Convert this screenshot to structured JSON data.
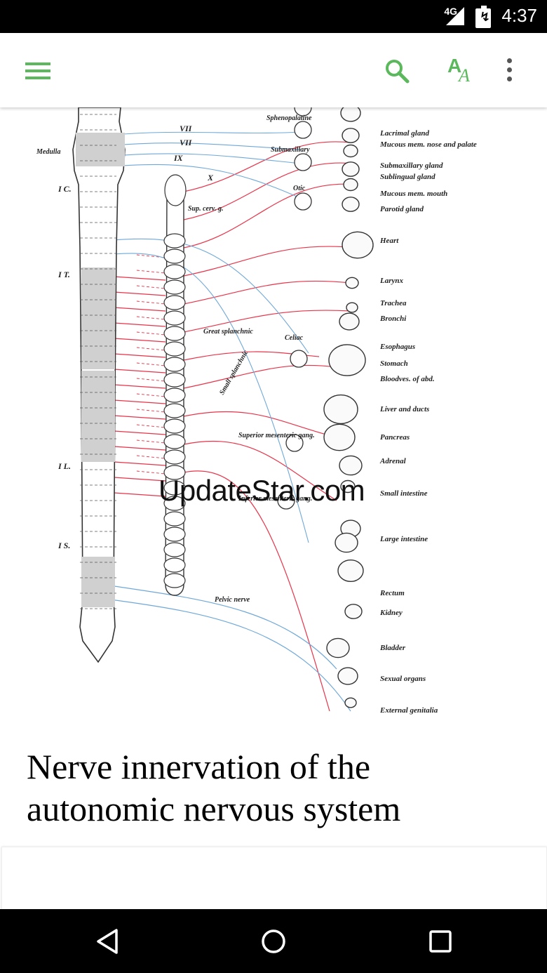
{
  "status_bar": {
    "network": "4G",
    "time": "4:37"
  },
  "toolbar": {
    "menu_icon": "hamburger-menu-icon",
    "search_icon": "search-icon",
    "font_size_icon": "font-size-icon",
    "more_icon": "more-vert-icon",
    "accent_color": "#5cb85c"
  },
  "figure": {
    "watermark": "UpdateStar.com",
    "spinal_labels": [
      "Medulla",
      "I C.",
      "I T.",
      "I L.",
      "I S."
    ],
    "nerve_labels": [
      "VII",
      "VII",
      "IX",
      "X"
    ],
    "ganglion_labels": [
      "Sphenopalatine",
      "Submaxillary",
      "Otic",
      "Sup. cerv. g.",
      "Great splanchnic",
      "Small splanchnic",
      "Celiac",
      "Superior mesenteric gang.",
      "Inferior mesenteric gang.",
      "Pelvic nerve"
    ],
    "organ_labels": [
      "Lacrimal gland",
      "Mucous mem. nose and palate",
      "Submaxillary gland",
      "Sublingual gland",
      "Mucous mem. mouth",
      "Parotid gland",
      "Heart",
      "Larynx",
      "Trachea",
      "Bronchi",
      "Esophagus",
      "Stomach",
      "Bloodves. of abd.",
      "Liver and ducts",
      "Pancreas",
      "Adrenal",
      "Small intestine",
      "Large intestine",
      "Rectum",
      "Kidney",
      "Bladder",
      "Sexual organs",
      "External genitalia"
    ],
    "colors": {
      "sympathetic": "#e8344a",
      "parasympathetic": "#6fa8d8"
    }
  },
  "article": {
    "title": "Nerve innervation of the autonomic nervous system"
  },
  "nav_bar": {
    "back_icon": "back-icon",
    "home_icon": "home-icon",
    "recents_icon": "recents-icon"
  }
}
